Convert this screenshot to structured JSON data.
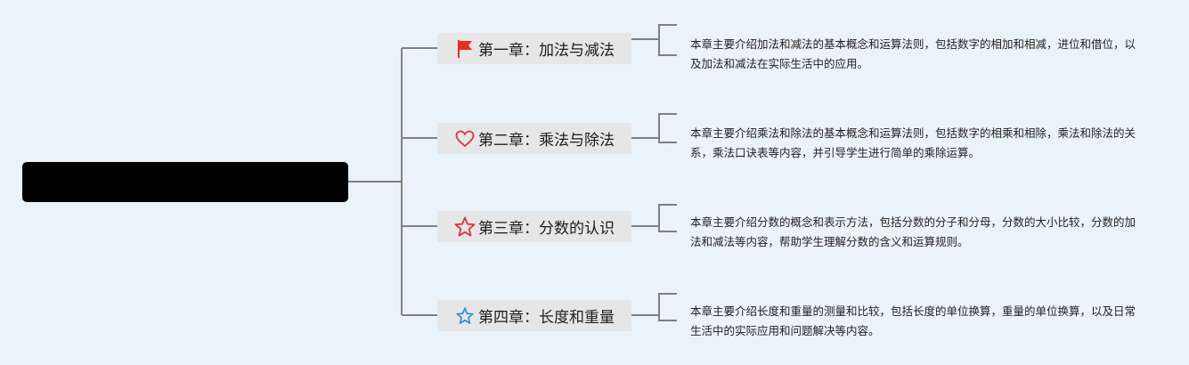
{
  "root": {
    "label": ""
  },
  "chapters": [
    {
      "icon": "red-flag-icon",
      "title": "第一章：加法与减法",
      "desc": "本章主要介绍加法和减法的基本概念和运算法则，包括数字的相加和相减，进位和借位，以及加法和减法在实际生活中的应用。"
    },
    {
      "icon": "heart-outline-icon",
      "title": "第二章：乘法与除法",
      "desc": "本章主要介绍乘法和除法的基本概念和运算法则，包括数字的相乘和相除，乘法和除法的关系，乘法口诀表等内容，并引导学生进行简单的乘除运算。"
    },
    {
      "icon": "red-star-outline-icon",
      "title": "第三章：分数的认识",
      "desc": "本章主要介绍分数的概念和表示方法，包括分数的分子和分母，分数的大小比较，分数的加法和减法等内容，帮助学生理解分数的含义和运算规则。"
    },
    {
      "icon": "blue-star-outline-icon",
      "title": "第四章：长度和重量",
      "desc": "本章主要介绍长度和重量的测量和比较，包括长度的单位换算，重量的单位换算，以及日常生活中的实际应用和问题解决等内容。"
    }
  ],
  "colors": {
    "connector": "#808080",
    "root_bg": "#000000",
    "chapter_bg": "#e6e6e6",
    "background": "#eaf2fa"
  }
}
